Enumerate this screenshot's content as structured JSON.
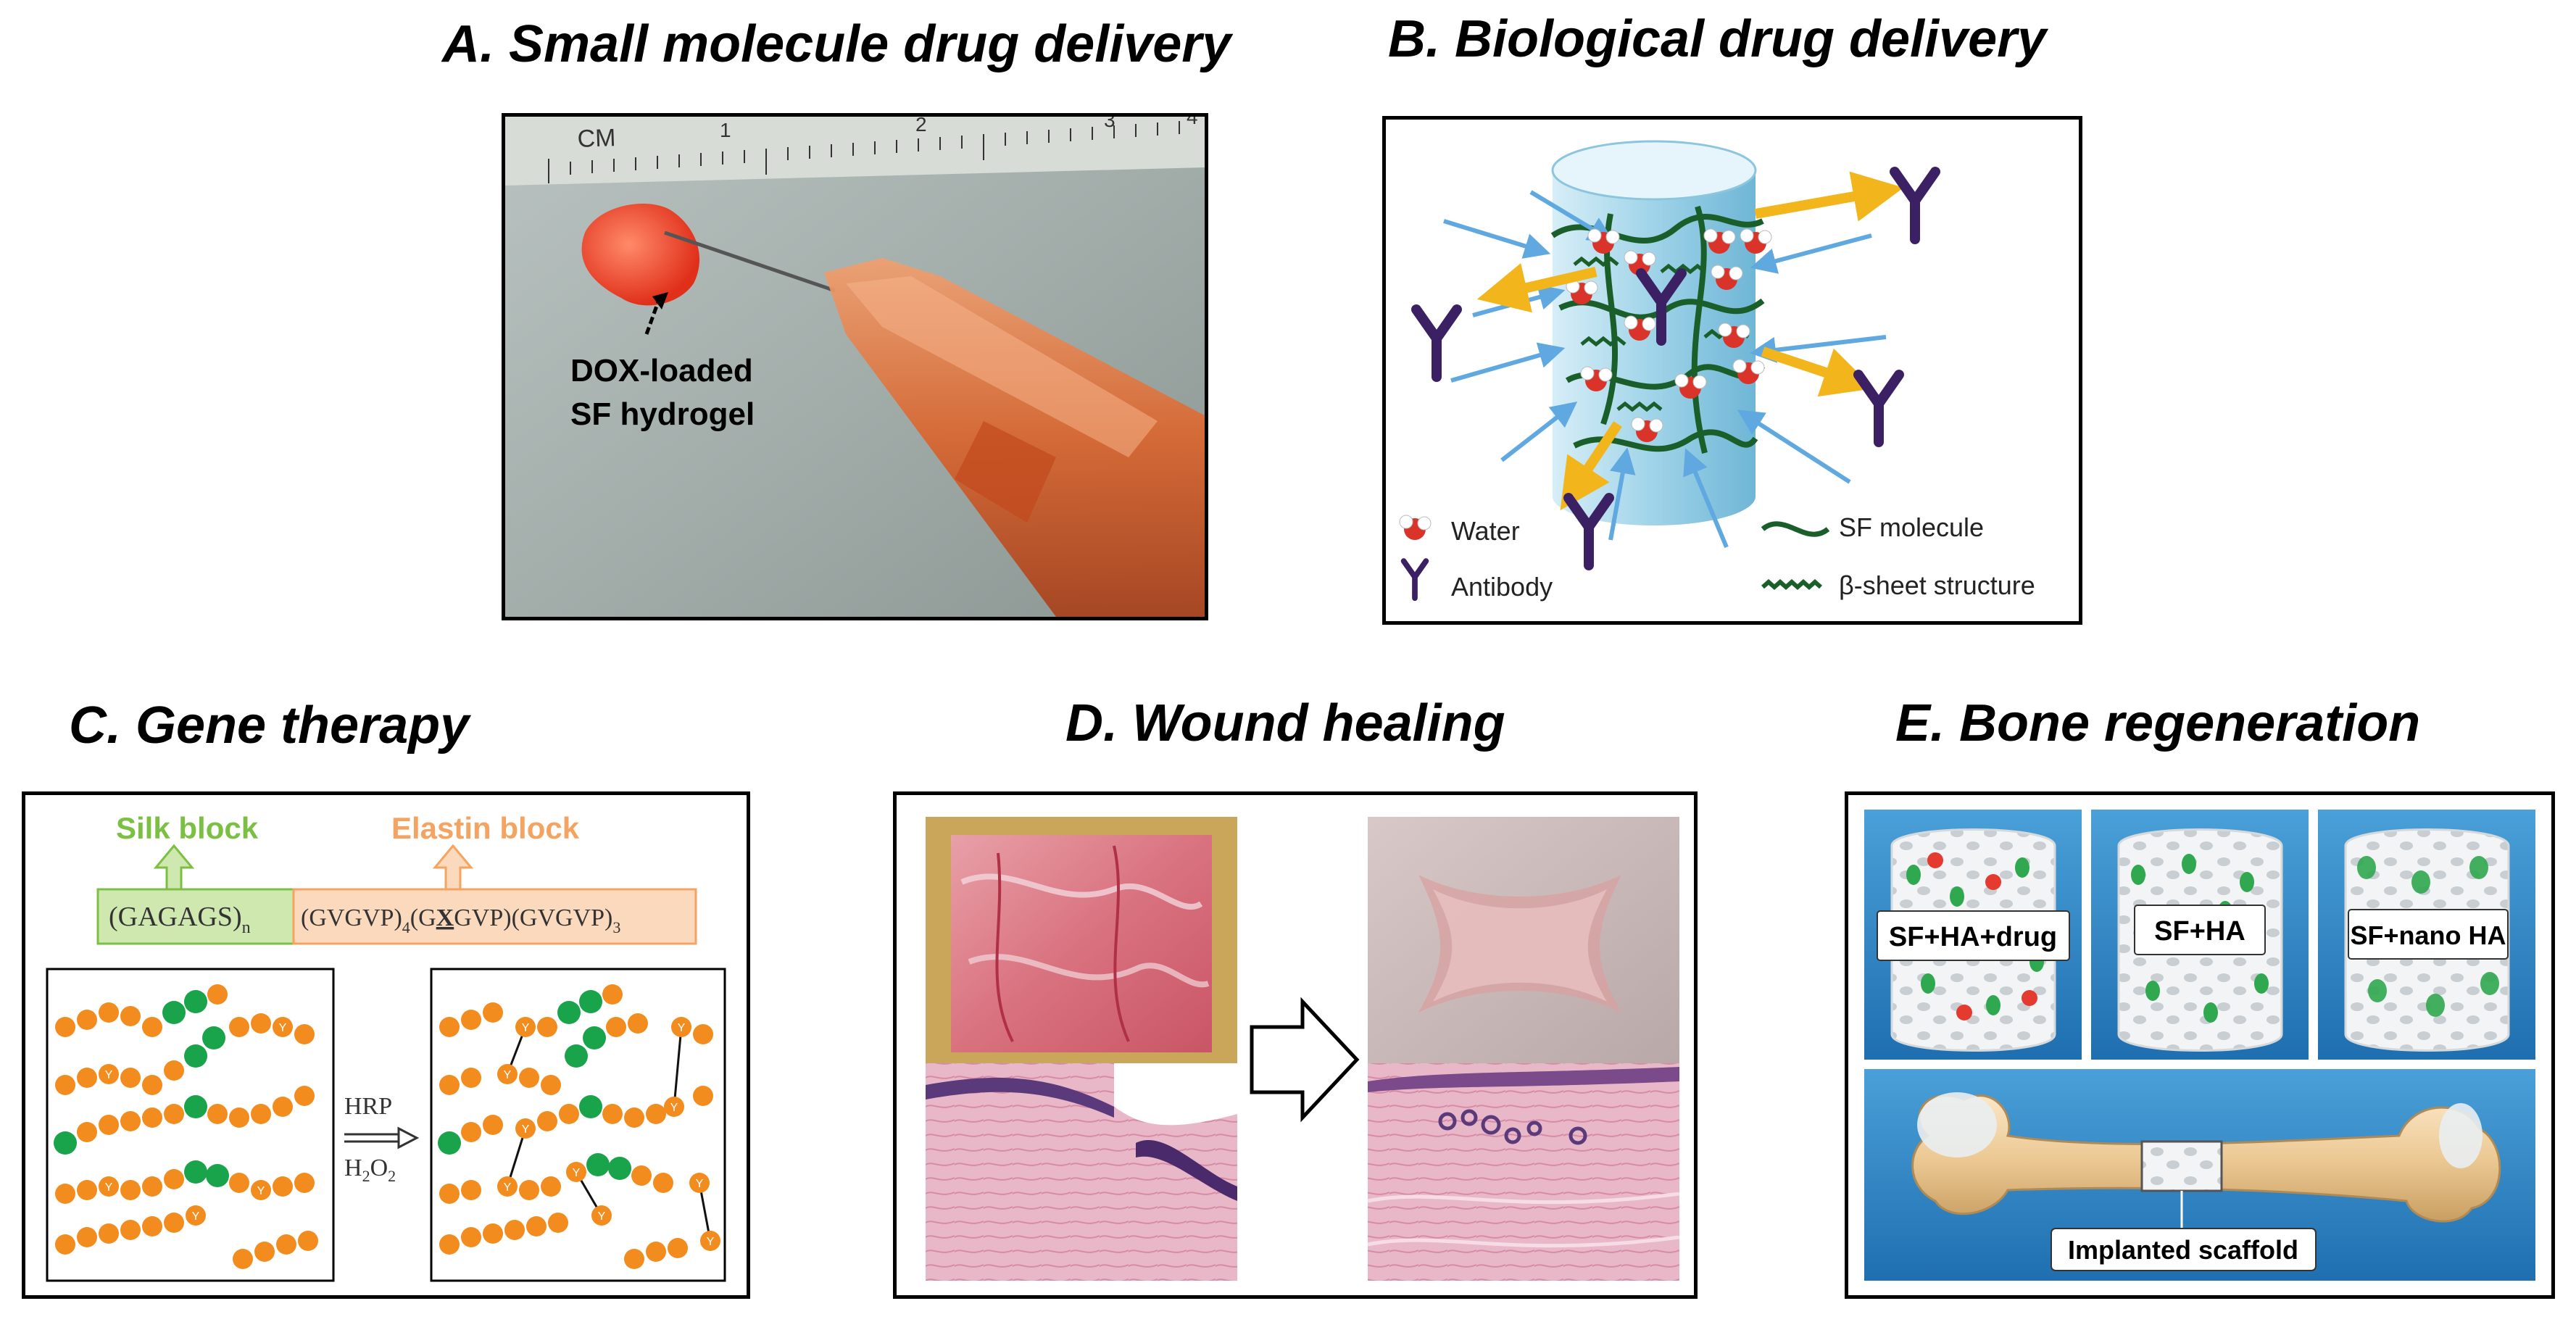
{
  "panels": {
    "a": {
      "title": "A. Small molecule drug delivery",
      "label_line1": "DOX-loaded",
      "label_line2": "SF hydrogel",
      "ruler_unit": "CM",
      "ruler_ticks": [
        "1",
        "2",
        "3",
        "4"
      ]
    },
    "b": {
      "title": "B. Biological drug delivery",
      "legend": {
        "water": "Water",
        "antibody": "Antibody",
        "sf_molecule": "SF molecule",
        "beta_sheet": "β-sheet structure"
      }
    },
    "c": {
      "title": "C. Gene therapy",
      "silk_block": "Silk block",
      "elastin_block": "Elastin block",
      "silk_seq": "(GAGAGS)",
      "silk_sub": "n",
      "elastin_seq_1": "(GVGVP)",
      "elastin_sub_1": "4",
      "elastin_seq_2": "(G",
      "elastin_seq_x": "X",
      "elastin_seq_3": "GVP)(GVGVP)",
      "elastin_sub_2": "3",
      "enzyme": "HRP",
      "oxidant_main": "H",
      "oxidant_sub1": "2",
      "oxidant_mid": "O",
      "oxidant_sub2": "2",
      "residue_label": "Y"
    },
    "d": {
      "title": "D. Wound healing"
    },
    "e": {
      "title": "E. Bone regeneration",
      "scaffolds": [
        "SF+HA+drug",
        "SF+HA",
        "SF+nano HA"
      ],
      "implant_label": "Implanted scaffold"
    }
  },
  "colors": {
    "silk_green": "#7bc043",
    "elastin_orange": "#f4a460",
    "bead_orange": "#f28c1e",
    "bead_green": "#19a34a",
    "sf_dark_green": "#1a5e2a",
    "antibody_purple": "#3b2063",
    "arrow_blue": "#5fa8e0",
    "arrow_yellow": "#f2b61c",
    "bone_panel_blue": "#2a7bbd"
  }
}
